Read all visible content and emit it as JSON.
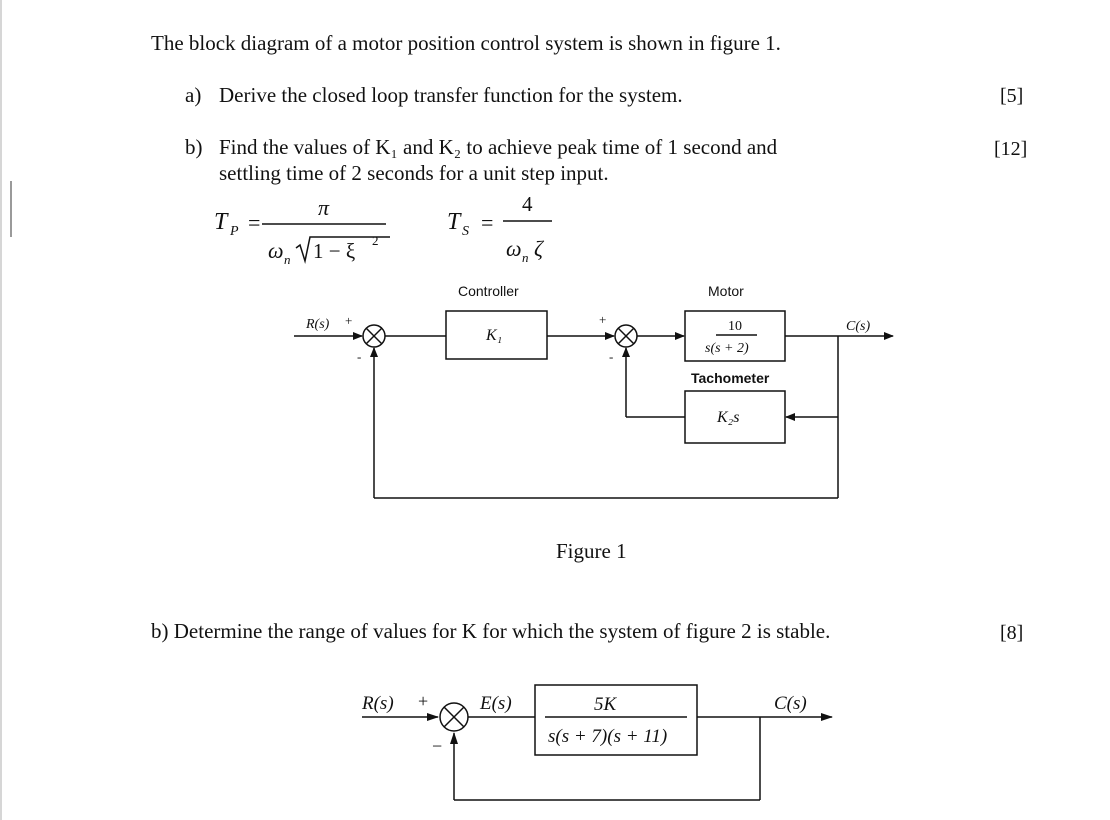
{
  "intro": "The block diagram of a motor position control system is shown in figure 1.",
  "question_a": {
    "label": "a)",
    "text": "Derive the closed loop transfer function for the system.",
    "marks": "[5]"
  },
  "question_b": {
    "label": "b)",
    "line1": "Find the values of K₁ and K₂ to achieve peak time of 1 second and",
    "line2": "settling time of 2 seconds for a unit step input.",
    "marks": "[12]"
  },
  "formulas": {
    "tp_lhs": "T",
    "tp_sub": "P",
    "equals": "=",
    "tp_numerator": "π",
    "tp_den_omega": "ω",
    "tp_den_sub": "n",
    "tp_den_radicand": "1 − ξ",
    "tp_den_power": "2",
    "ts_lhs": "T",
    "ts_sub": "S",
    "ts_numerator": "4",
    "ts_den_omega": "ω",
    "ts_den_sub": "n",
    "ts_den_zeta": "ζ"
  },
  "figure1": {
    "caption": "Figure 1",
    "controller_title": "Controller",
    "controller_block": "K₁",
    "motor_title": "Motor",
    "motor_numerator": "10",
    "motor_denominator": "s(s + 2)",
    "tachometer_title": "Tachometer",
    "tachometer_block": "K₂s",
    "input_label": "R(s)",
    "output_label": "C(s)",
    "sign_plus_1": "+",
    "sign_minus_1": "-",
    "sign_plus_2": "+",
    "sign_minus_2": "-"
  },
  "question_c": {
    "text": "b) Determine the range of values for K for which the system of figure 2 is stable.",
    "marks": "[8]"
  },
  "figure2": {
    "input_label": "R(s)",
    "sign_plus": "+",
    "sign_minus": "−",
    "error_label": "E(s)",
    "numerator": "5K",
    "denominator": "s(s + 7)(s + 11)",
    "output_label": "C(s)"
  },
  "colors": {
    "ink": "#111111",
    "page": "#ffffff"
  }
}
